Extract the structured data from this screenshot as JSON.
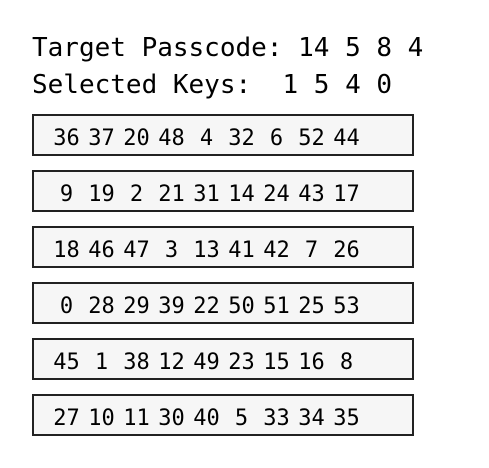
{
  "header": {
    "target_label": "Target Passcode:",
    "target_value": "14 5 8 4",
    "selected_label": "Selected Keys:",
    "selected_value": "1 5 4 0"
  },
  "keypad": {
    "rows": [
      [
        "36",
        "37",
        "20",
        "48",
        "4",
        "32",
        "6",
        "52",
        "44"
      ],
      [
        "9",
        "19",
        "2",
        "21",
        "31",
        "14",
        "24",
        "43",
        "17"
      ],
      [
        "18",
        "46",
        "47",
        "3",
        "13",
        "41",
        "42",
        "7",
        "26"
      ],
      [
        "0",
        "28",
        "29",
        "39",
        "22",
        "50",
        "51",
        "25",
        "53"
      ],
      [
        "45",
        "1",
        "38",
        "12",
        "49",
        "23",
        "15",
        "16",
        "8"
      ],
      [
        "27",
        "10",
        "11",
        "30",
        "40",
        "5",
        "33",
        "34",
        "35"
      ]
    ]
  }
}
